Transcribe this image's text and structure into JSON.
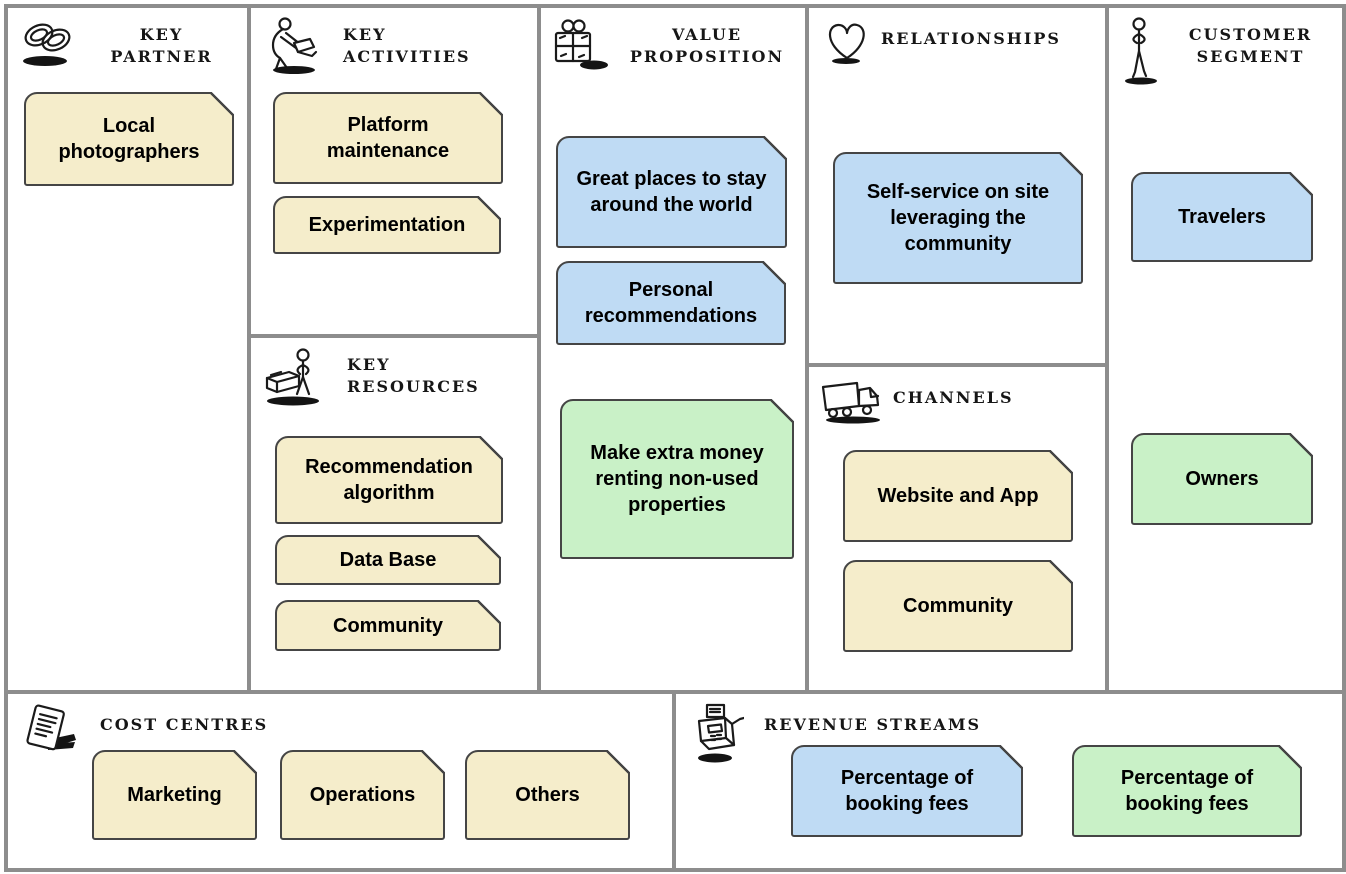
{
  "colors": {
    "cream": "#F5EDCB",
    "blue": "#BFDBF4",
    "green": "#C9F1C7",
    "note_border": "#454545",
    "panel_border": "#8D8D8D"
  },
  "sections": {
    "key_partner": {
      "title_lines": [
        "KEY",
        "PARTNER"
      ],
      "icon": "rings-icon",
      "notes": [
        {
          "text": "Local photographers",
          "color": "#F5EDCB"
        }
      ]
    },
    "key_activities": {
      "title_lines": [
        "KEY",
        "ACTIVITIES"
      ],
      "icon": "worker-icon",
      "notes": [
        {
          "text": "Platform maintenance",
          "color": "#F5EDCB"
        },
        {
          "text": "Experimentation",
          "color": "#F5EDCB"
        }
      ]
    },
    "key_resources": {
      "title_lines": [
        "KEY",
        "RESOURCES"
      ],
      "icon": "machine-operator-icon",
      "notes": [
        {
          "text": "Recommendation algorithm",
          "color": "#F5EDCB"
        },
        {
          "text": "Data Base",
          "color": "#F5EDCB"
        },
        {
          "text": "Community",
          "color": "#F5EDCB"
        }
      ]
    },
    "value_proposition": {
      "title_lines": [
        "VALUE",
        "PROPOSITION"
      ],
      "icon": "gift-icon",
      "notes": [
        {
          "text": "Great places to stay around the world",
          "color": "#BFDBF4"
        },
        {
          "text": "Personal recommendations",
          "color": "#BFDBF4"
        },
        {
          "text": "Make extra money renting non-used properties",
          "color": "#C9F1C7"
        }
      ]
    },
    "relationships": {
      "title_lines": [
        "RELATIONSHIPS"
      ],
      "icon": "heart-icon",
      "notes": [
        {
          "text": "Self-service on site leveraging the community",
          "color": "#BFDBF4"
        }
      ]
    },
    "channels": {
      "title_lines": [
        "CHANNELS"
      ],
      "icon": "truck-icon",
      "notes": [
        {
          "text": "Website and App",
          "color": "#F5EDCB"
        },
        {
          "text": "Community",
          "color": "#F5EDCB"
        }
      ]
    },
    "customer_segment": {
      "title_lines": [
        "CUSTOMER",
        "SEGMENT"
      ],
      "icon": "standing-person-icon",
      "notes": [
        {
          "text": "Travelers",
          "color": "#BFDBF4"
        },
        {
          "text": "Owners",
          "color": "#C9F1C7"
        }
      ]
    },
    "cost_centres": {
      "title_lines": [
        "COST CENTRES"
      ],
      "icon": "documents-icon",
      "notes": [
        {
          "text": "Marketing",
          "color": "#F5EDCB"
        },
        {
          "text": "Operations",
          "color": "#F5EDCB"
        },
        {
          "text": "Others",
          "color": "#F5EDCB"
        }
      ]
    },
    "revenue_streams": {
      "title_lines": [
        "REVENUE STREAMS"
      ],
      "icon": "cash-register-icon",
      "notes": [
        {
          "text": "Percentage of booking fees",
          "color": "#BFDBF4"
        },
        {
          "text": "Percentage of booking fees",
          "color": "#C9F1C7"
        }
      ]
    }
  }
}
